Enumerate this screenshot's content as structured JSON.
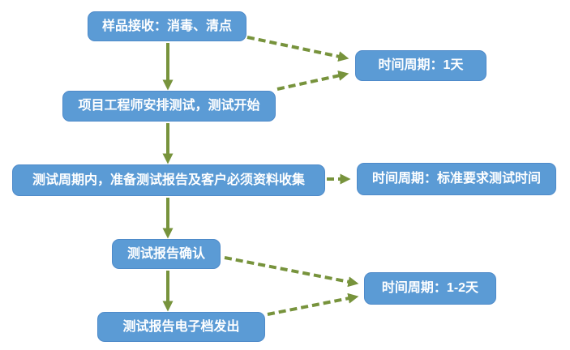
{
  "colors": {
    "box_fill": "#5B9BD5",
    "box_border": "#4E8AC9",
    "box_text": "#FFFFFF",
    "arrow_green": "#77933C",
    "background": "#FFFFFF"
  },
  "flow": {
    "steps": [
      {
        "label": "样品接收：消毒、清点"
      },
      {
        "label": "项目工程师安排测试，测试开始"
      },
      {
        "label": "测试周期内，准备测试报告及客户必须资料收集"
      },
      {
        "label": "测试报告确认"
      },
      {
        "label": "测试报告电子档发出"
      }
    ],
    "time_notes": [
      {
        "label": "时间周期：1天"
      },
      {
        "label": "时间周期：标准要求测试时间"
      },
      {
        "label": "时间周期：1-2天"
      }
    ]
  }
}
